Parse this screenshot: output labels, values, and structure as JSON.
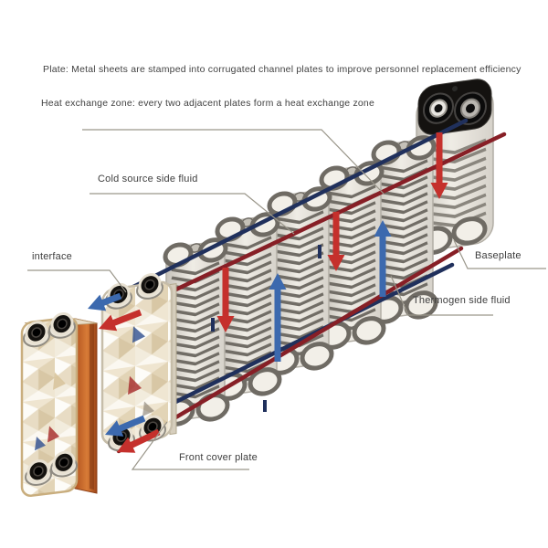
{
  "figure": {
    "annotations": {
      "plate_note": "Plate: Metal sheets are stamped into corrugated channel plates to improve personnel replacement efficiency",
      "heat_zone_note": "Heat exchange zone: every two adjacent plates form a heat exchange zone",
      "cold_source": "Cold source side fluid",
      "interface": "interface",
      "baseplate": "Baseplate",
      "thermogen": "Thermogen side fluid",
      "front_cover": "Front cover plate"
    },
    "colors": {
      "hot_flow": "#c5302c",
      "cold_flow": "#3c69ae",
      "hot_line": "#871f26",
      "cold_line": "#20305c",
      "leader": "#9a968a"
    }
  }
}
